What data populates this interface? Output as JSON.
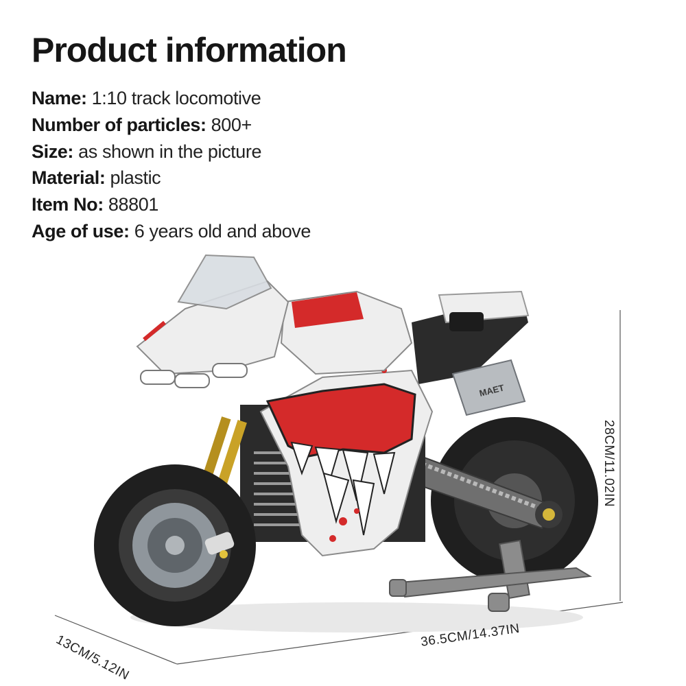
{
  "title": "Product information",
  "specs": [
    {
      "label": "Name:",
      "value": "1:10 track locomotive"
    },
    {
      "label": "Number of particles:",
      "value": "800+"
    },
    {
      "label": "Size:",
      "value": "as shown in the picture"
    },
    {
      "label": "Material:",
      "value": "plastic"
    },
    {
      "label": "Item No:",
      "value": "88801"
    },
    {
      "label": "Age of use:",
      "value": "6 years old and above"
    }
  ],
  "dimensions": {
    "depth": "13CM/5.12IN",
    "length": "36.5CM/14.37IN",
    "height": "28CM/11.02IN"
  },
  "graphics": {
    "exhaust_text": "MAET"
  },
  "colors": {
    "accent_red": "#d42a2a",
    "body_white": "#eeeeee",
    "frame_dark": "#2b2b2b",
    "stand_grey": "#8c8c8c",
    "fork_gold": "#c9a227"
  }
}
